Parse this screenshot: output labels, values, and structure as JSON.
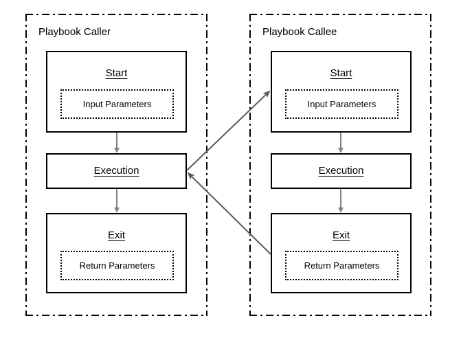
{
  "diagram": {
    "title_caller": "Playbook Caller",
    "title_callee": "Playbook Callee",
    "colors": {
      "stroke": "#000000",
      "flow_arrow": "#808080",
      "cross_arrow": "#5a5a5a",
      "background": "#ffffff"
    },
    "caller": {
      "label": "Playbook Caller",
      "nodes": [
        {
          "id": "caller-start",
          "title": "Start",
          "param_label": "Input Parameters",
          "has_params": true
        },
        {
          "id": "caller-execution",
          "title": "Execution",
          "param_label": "",
          "has_params": false
        },
        {
          "id": "caller-exit",
          "title": "Exit",
          "param_label": "Return Parameters",
          "has_params": true
        }
      ]
    },
    "callee": {
      "label": "Playbook Callee",
      "nodes": [
        {
          "id": "callee-start",
          "title": "Start",
          "param_label": "Input Parameters",
          "has_params": true
        },
        {
          "id": "callee-execution",
          "title": "Execution",
          "param_label": "",
          "has_params": false
        },
        {
          "id": "callee-exit",
          "title": "Exit",
          "param_label": "Return Parameters",
          "has_params": true
        }
      ]
    },
    "connections": [
      {
        "id": "caller-start-to-execution",
        "from": "caller-start",
        "to": "caller-execution",
        "kind": "flow-down"
      },
      {
        "id": "caller-execution-to-exit",
        "from": "caller-execution",
        "to": "caller-exit",
        "kind": "flow-down"
      },
      {
        "id": "callee-start-to-execution",
        "from": "callee-start",
        "to": "callee-execution",
        "kind": "flow-down"
      },
      {
        "id": "callee-execution-to-exit",
        "from": "callee-execution",
        "to": "callee-exit",
        "kind": "flow-down"
      },
      {
        "id": "call-invoke",
        "from": "caller-execution",
        "to": "callee-start",
        "kind": "cross-call"
      },
      {
        "id": "call-return",
        "from": "callee-exit",
        "to": "caller-execution",
        "kind": "cross-return"
      }
    ]
  }
}
